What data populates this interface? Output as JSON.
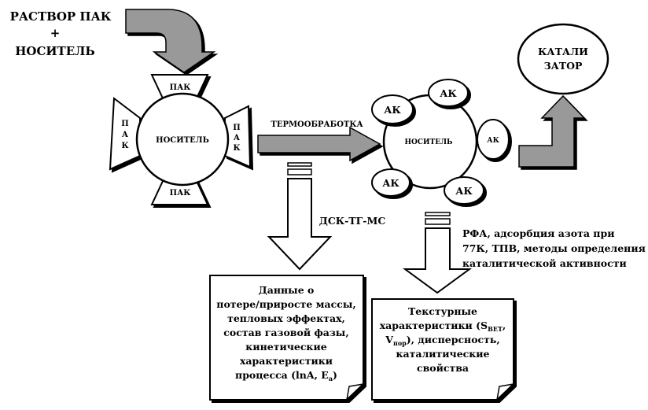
{
  "input": {
    "line1": "РАСТВОР ПАК",
    "line2": "+",
    "line3": "НОСИТЕЛЬ"
  },
  "left_particle": {
    "center": "НОСИТЕЛЬ",
    "top": "ПАК",
    "bottom": "ПАК",
    "left_chars": [
      "П",
      "А",
      "К"
    ],
    "right_chars": [
      "П",
      "А",
      "К"
    ]
  },
  "process": {
    "label": "ТЕРМООБРАБОТКА"
  },
  "right_particle": {
    "center": "НОСИТЕЛЬ",
    "ak": [
      "АК",
      "АК",
      "АК",
      "АК",
      "АК"
    ]
  },
  "catalyst": {
    "line1": "КАТАЛИ",
    "line2": "ЗАТОР"
  },
  "method_left": {
    "label": "ДСК-ТГ-МС"
  },
  "method_right": {
    "line1": "РФА, адсорбция азота при",
    "line2": "77К, ТПВ, методы определения",
    "line3": "каталитической активности"
  },
  "doc_left": {
    "lines": [
      "Данные о",
      "потере/приросте массы,",
      "тепловых эффектах,",
      "состав газовой фазы,",
      "кинетические",
      "характеристики"
    ],
    "last_prefix": "процесса (lnA, E",
    "last_sub": "a",
    "last_suffix": ")"
  },
  "doc_right": {
    "line1": "Текстурные",
    "line2_prefix": "характеристики (S",
    "line2_sub": "BET",
    "line2_suffix": ",",
    "line3_prefix": "V",
    "line3_sub": "пор",
    "line3_suffix": "), дисперсность,",
    "line4": "каталитические",
    "line5": "свойства"
  },
  "colors": {
    "arrow_fill": "#999999",
    "stroke": "#000000",
    "background": "#ffffff"
  }
}
